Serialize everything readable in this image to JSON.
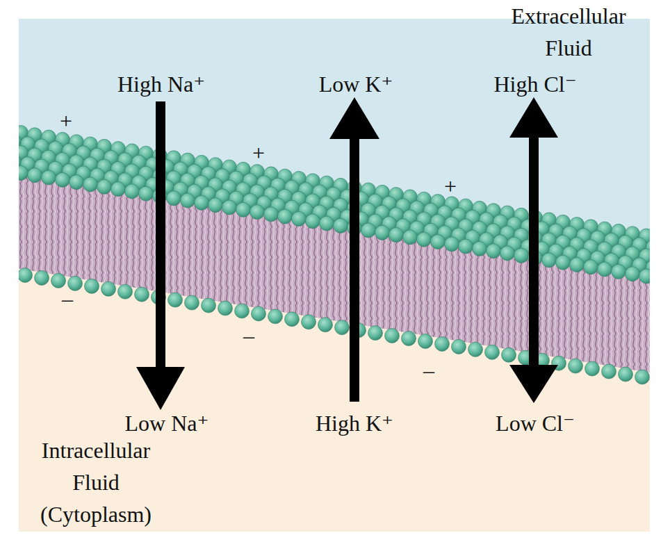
{
  "diagram": {
    "labels": [
      "Extracellular Fluid",
      "High Na⁺",
      "Low K⁺",
      "High Cl⁻",
      "+",
      "+",
      "+",
      "–",
      "–",
      "–",
      "Low Na⁺",
      "High K⁺",
      "Low Cl⁻",
      "Intracellular Fluid (Cytoplasm)"
    ]
  }
}
